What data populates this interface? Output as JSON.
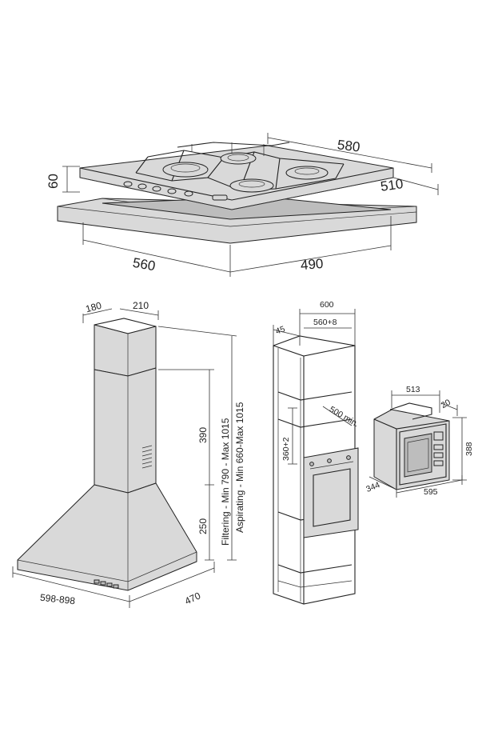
{
  "hob": {
    "dim_width_outer": "580",
    "dim_depth_outer": "510",
    "dim_height": "60",
    "dim_cutout_width": "560",
    "dim_cutout_depth": "490"
  },
  "hood": {
    "dim_chimney_depth": "180",
    "dim_chimney_width": "210",
    "dim_upper": "390",
    "dim_lower": "250",
    "filtering_range": "Filtering - Min 790 - Max 1015",
    "aspirating_range": "Aspirating - Min 660-Max 1015",
    "dim_width_range": "598-898",
    "dim_depth": "470"
  },
  "column": {
    "dim_total_width": "600",
    "dim_side": "45",
    "dim_inner_width": "560+8",
    "dim_opening_height": "360+2",
    "dim_min_gap": "500 min."
  },
  "microwave": {
    "dim_width_top": "513",
    "dim_offset": "20",
    "dim_height": "388",
    "dim_depth": "344",
    "dim_width": "595"
  },
  "colors": {
    "line": "#222222",
    "panel": "#d9d9d9"
  }
}
